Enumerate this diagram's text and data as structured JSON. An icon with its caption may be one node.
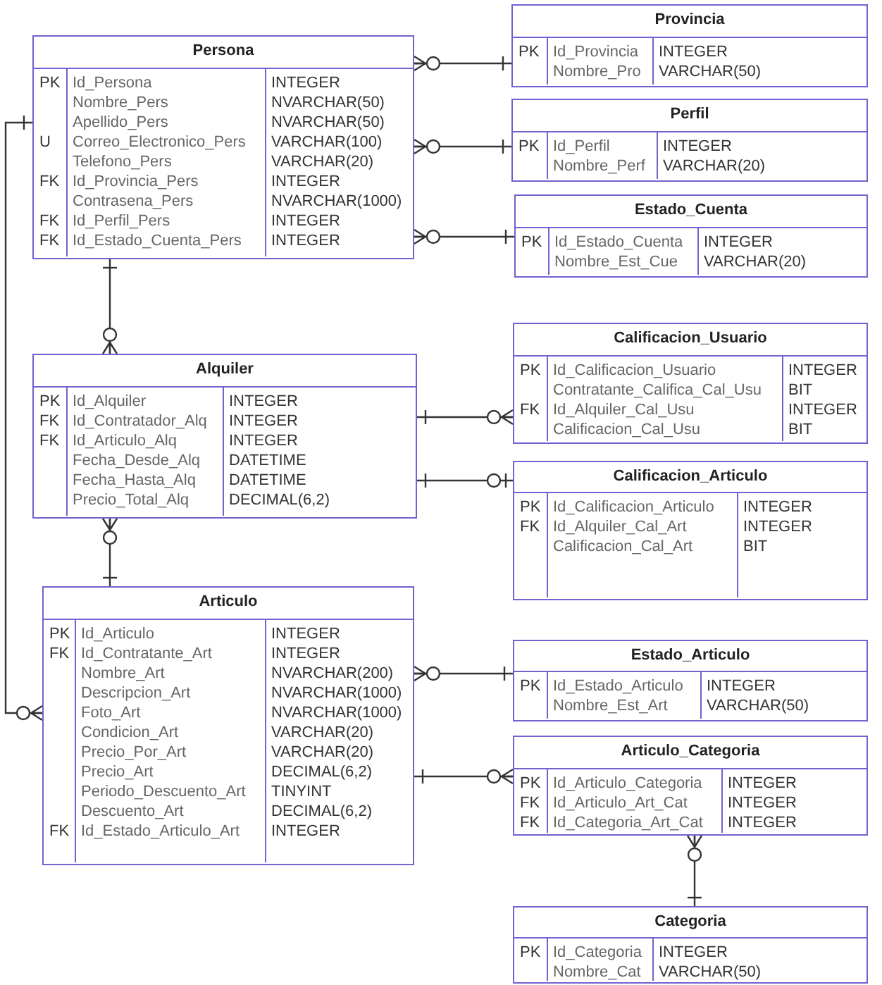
{
  "diagram": {
    "nodes": [
      {
        "text": [
          "Persona",
          "PK U FK FK FK",
          "Id_Persona Nombre_Pers Apellido_Pers Correo_Electronico_Pers Telefono_Pers Id_Provincia_Pers Contrasena_Pers Id_Perfil_Pers Id_Estado_Cuenta_Pers",
          "INTEGER NVARCHAR(50) NVARCHAR(50) VARCHAR(100) VARCHAR(20) INTEGER NVARCHAR(1000) INTEGER INTEGER"
        ]
      },
      {
        "text": [
          "Provincia",
          "PK",
          "Id_Provincia Nombre_Pro",
          "INTEGER VARCHAR(50)"
        ]
      },
      {
        "text": [
          "Perfil",
          "PK",
          "Id_Perfil Nombre_Perf",
          "INTEGER VARCHAR(20)"
        ]
      },
      {
        "text": [
          "Estado_Cuenta",
          "PK",
          "Id_Estado_Cuenta Nombre_Est_Cue",
          "INTEGER VARCHAR(20)"
        ]
      },
      {
        "text": [
          "Alquiler",
          "PK FK FK",
          "Id_Alquiler Id_Contratador_Alq Id_Articulo_Alq Fecha_Desde_Alq Fecha_Hasta_Alq Precio_Total_Alq",
          "INTEGER INTEGER INTEGER DATETIME DATETIME DECIMAL(6,2)"
        ]
      },
      {
        "text": [
          "Calificacion_Usuario",
          "PK FK",
          "Id_Calificacion_Usuario Contratante_Califica_Cal_Usu Id_Alquiler_Cal_Usu Calificacion_Cal_Usu",
          "INTEGER BIT INTEGER BIT"
        ]
      },
      {
        "text": [
          "Calificacion_Articulo",
          "PK FK",
          "Id_Calificacion_Articulo Id_Alquiler_Cal_Art Calificacion_Cal_Art",
          "INTEGER INTEGER BIT"
        ]
      },
      {
        "text": [
          "Articulo",
          "PK FK FK",
          "Id_Articulo Id_Contratante_Art Nombre_Art Descripcion_Art Foto_Art Condicion_Art Precio_Por_Art Precio_Art Periodo_Descuento_Art Descuento_Art Id_Estado_Articulo_Art",
          "INTEGER INTEGER NVARCHAR(200) NVARCHAR(1000) NVARCHAR(1000) VARCHAR(20) VARCHAR(20) DECIMAL(6,2) TINYINT DECIMAL(6,2) INTEGER"
        ]
      },
      {
        "text": [
          "Estado_Articulo",
          "PK",
          "Id_Estado_Articulo Nombre_Est_Art",
          "INTEGER VARCHAR(50)"
        ]
      },
      {
        "text": [
          "Articulo_Categoria",
          "PK FK FK",
          "Id_Articulo_Categoria Id_Articulo_Art_Cat Id_Categoria_Art_Cat",
          "INTEGER INTEGER INTEGER"
        ]
      },
      {
        "text": [
          "Categoria",
          "PK",
          "Id_Categoria Nombre_Cat",
          "INTEGER VARCHAR(50)"
        ]
      }
    ],
    "edges": [
      {
        "from": 0,
        "to": 1,
        "arrow": "other"
      },
      {
        "from": 0,
        "to": 2,
        "arrow": "other"
      },
      {
        "from": 0,
        "to": 3,
        "arrow": "other"
      },
      {
        "from": 0,
        "to": 4,
        "arrow": "other"
      },
      {
        "from": 0,
        "to": 7,
        "arrow": "other"
      },
      {
        "from": 4,
        "to": 5,
        "arrow": "other"
      },
      {
        "from": 4,
        "to": 6,
        "arrow": "other"
      },
      {
        "from": 4,
        "to": 7,
        "arrow": "other"
      },
      {
        "from": 7,
        "to": 8,
        "arrow": "other"
      },
      {
        "from": 7,
        "to": 9,
        "arrow": "other"
      },
      {
        "from": 9,
        "to": 10,
        "arrow": "other"
      }
    ]
  }
}
